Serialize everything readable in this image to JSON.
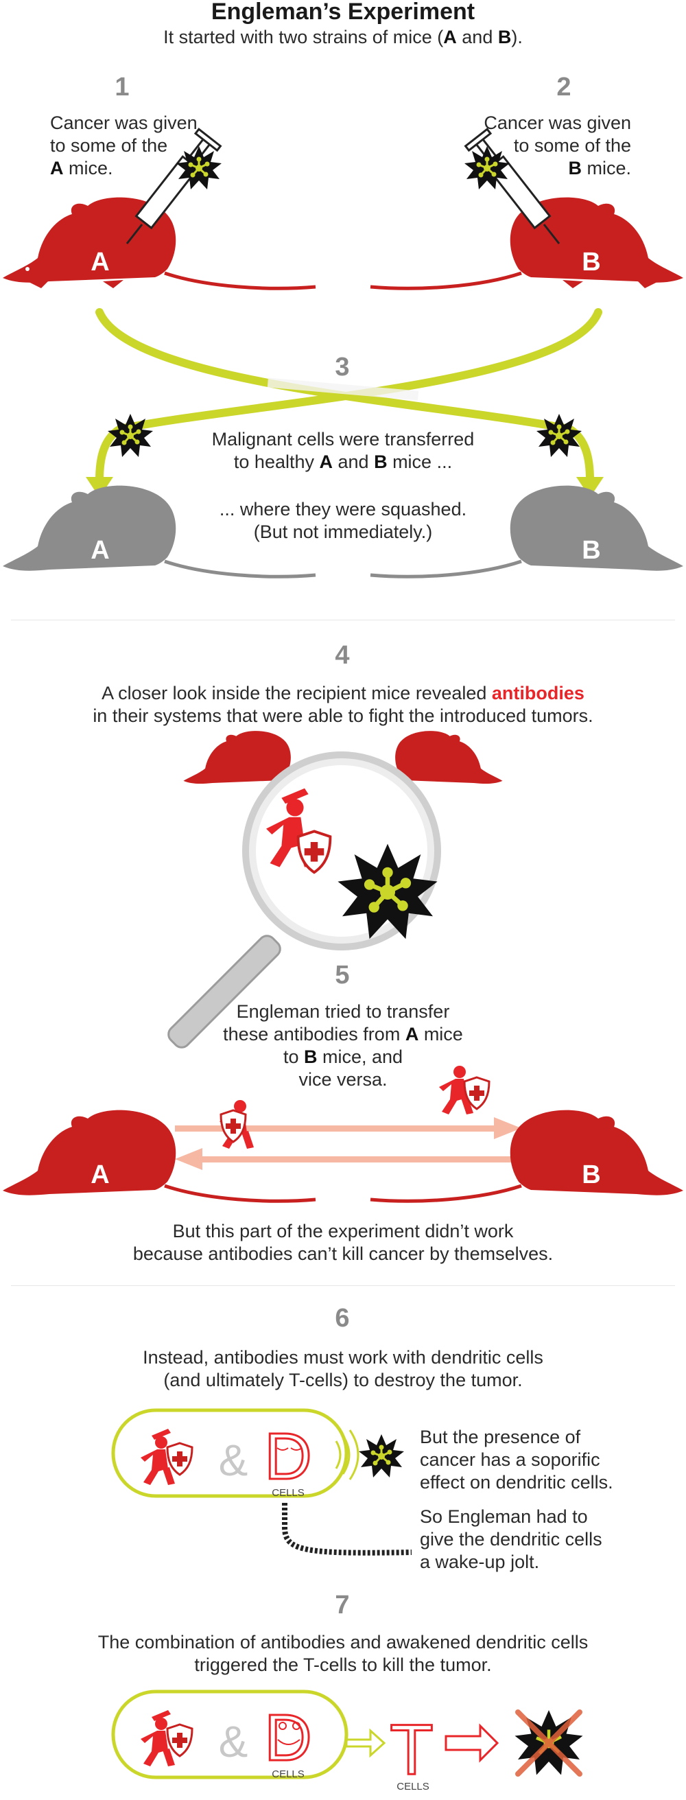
{
  "title": "Engleman’s Experiment",
  "subtitle": {
    "pre": "It started with two strains of mice (",
    "a": "A",
    "mid": " and ",
    "b": "B",
    "post": ")."
  },
  "steps": {
    "s1": {
      "num": "1",
      "l1": "Cancer was given",
      "l2": "to some of the",
      "bold": "A",
      "l3": " mice."
    },
    "s2": {
      "num": "2",
      "l1": "Cancer was given",
      "l2": "to some of the",
      "bold": "B",
      "l3": " mice."
    },
    "s3": {
      "num": "3",
      "l1": "Malignant cells were transferred",
      "l2pre": "to healthy ",
      "a": "A",
      "and": " and ",
      "b": "B",
      "l2post": " mice ...",
      "l3": "... where they were squashed.",
      "l4": "(But not immediately.)"
    },
    "s4": {
      "num": "4",
      "l1pre": "A closer look inside the recipient mice revealed ",
      "highlight": "antibodies",
      "l2": "in their systems that were able to fight the introduced tumors."
    },
    "s5": {
      "num": "5",
      "l1": "Engleman tried to transfer",
      "l2pre": "these antibodies from ",
      "a": "A",
      "l2post": " mice",
      "l3pre": "to ",
      "b": "B",
      "l3post": " mice, and",
      "l4": "vice versa.",
      "l5": "But this part of the experiment didn’t work",
      "l6": "because antibodies can’t kill cancer by themselves."
    },
    "s6": {
      "num": "6",
      "l1": "Instead, antibodies must work with dendritic cells",
      "l2": "(and ultimately T-cells) to destroy the tumor.",
      "r1": "But the presence of",
      "r2": "cancer has a soporific",
      "r3": "effect on dendritic cells.",
      "r4": "So Engleman had to",
      "r5": "give the dendritic cells",
      "r6": "a wake-up jolt."
    },
    "s7": {
      "num": "7",
      "l1": "The combination of antibodies and awakened dendritic cells",
      "l2": "triggered the T-cells to kill the tumor."
    }
  },
  "mouse_labels": {
    "a": "A",
    "b": "B"
  },
  "cells_label": "CELLS",
  "amp": "&",
  "letters": {
    "d": "D",
    "t": "T"
  },
  "colors": {
    "red": "#c8201f",
    "grey": "#8c8c8c",
    "lime": "#cbd62a",
    "salmon": "#f6b7a3",
    "accent": "#e8262a"
  }
}
